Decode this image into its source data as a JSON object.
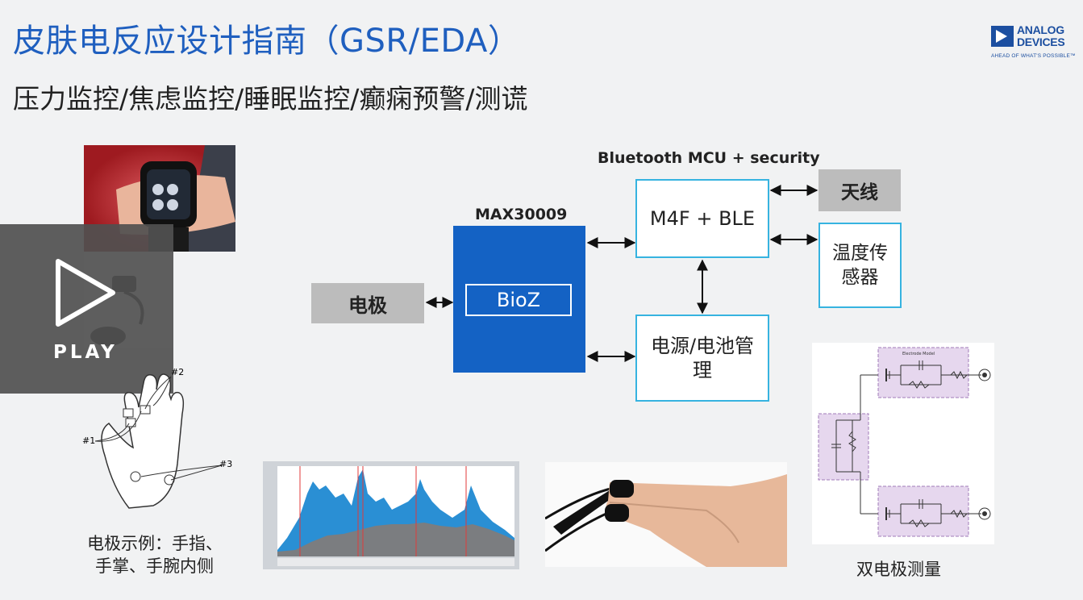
{
  "slide": {
    "title": "皮肤电反应设计指南（GSR/EDA）",
    "subtitle": "压力监控/焦虑监控/睡眠监控/癫痫预警/测谎"
  },
  "logo": {
    "line1": "ANALOG",
    "line2": "DEVICES",
    "tagline": "AHEAD OF WHAT'S POSSIBLE™"
  },
  "diagram": {
    "bluetooth_label": "Bluetooth MCU + security",
    "max_label": "MAX30009",
    "bioz_label": "BioZ",
    "electrode_label": "电极",
    "mcu_label": "M4F + BLE",
    "antenna_label": "天线",
    "temp_label_1": "温度传",
    "temp_label_2": "感器",
    "power_label_1": "电源/电池管",
    "power_label_2": "理"
  },
  "video": {
    "play_label": "PLAY"
  },
  "hand_figure": {
    "marker_1": "#1",
    "marker_2": "#2",
    "marker_3": "#3"
  },
  "captions": {
    "electrode_example_1": "电极示例：手指、",
    "electrode_example_2": "手掌、手腕内侧",
    "dual_electrode": "双电极测量"
  },
  "circuit": {
    "model_label": "Electrode Model",
    "c1": "C",
    "r1": "R",
    "rs1": "R"
  },
  "colors": {
    "title_blue": "#1f5fbf",
    "chip_blue": "#1462c4",
    "box_border": "#36b3e0",
    "gray_box": "#bcbcbc"
  }
}
